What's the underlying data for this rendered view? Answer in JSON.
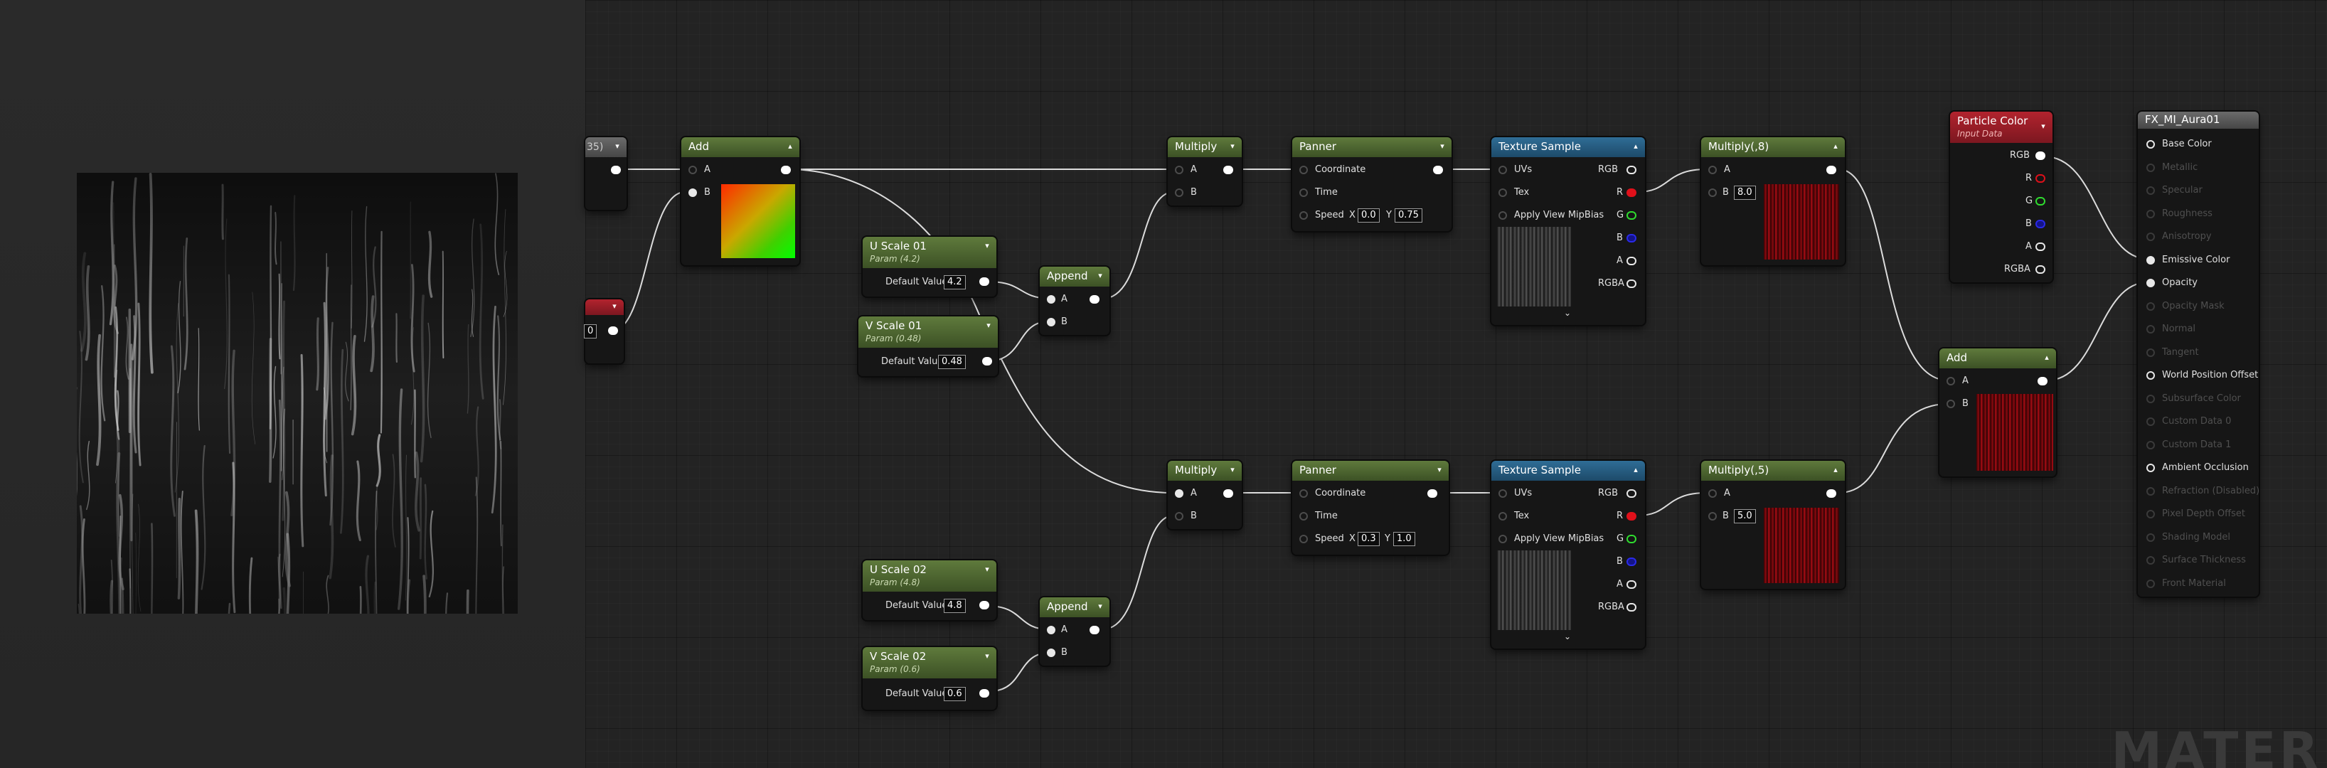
{
  "nodes": {
    "partial_top": {
      "title_fragment": "35)"
    },
    "partial_bottom": {
      "value_fragment": "0"
    },
    "add_top": {
      "title": "Add",
      "in_a": "A",
      "in_b": "B"
    },
    "u_scale_01": {
      "title": "U Scale 01",
      "subtitle": "Param (4.2)",
      "label": "Default Value",
      "value": "4.2"
    },
    "v_scale_01": {
      "title": "V Scale 01",
      "subtitle": "Param (0.48)",
      "label": "Default Value",
      "value": "0.48"
    },
    "u_scale_02": {
      "title": "U Scale 02",
      "subtitle": "Param (4.8)",
      "label": "Default Value",
      "value": "4.8"
    },
    "v_scale_02": {
      "title": "V Scale 02",
      "subtitle": "Param (0.6)",
      "label": "Default Value",
      "value": "0.6"
    },
    "append_top": {
      "title": "Append",
      "in_a": "A",
      "in_b": "B"
    },
    "append_bottom": {
      "title": "Append",
      "in_a": "A",
      "in_b": "B"
    },
    "multiply_top": {
      "title": "Multiply",
      "in_a": "A",
      "in_b": "B"
    },
    "multiply_bottom": {
      "title": "Multiply",
      "in_a": "A",
      "in_b": "B"
    },
    "panner_top": {
      "title": "Panner",
      "coordinate": "Coordinate",
      "time": "Time",
      "speed": "Speed",
      "x_label": "X",
      "x": "0.0",
      "y_label": "Y",
      "y": "0.75"
    },
    "panner_bottom": {
      "title": "Panner",
      "coordinate": "Coordinate",
      "time": "Time",
      "speed": "Speed",
      "x_label": "X",
      "x": "0.3",
      "y_label": "Y",
      "y": "1.0"
    },
    "texture_top": {
      "title": "Texture Sample",
      "uvs": "UVs",
      "tex": "Tex",
      "mip": "Apply View MipBias",
      "rgb": "RGB",
      "r": "R",
      "g": "G",
      "b": "B",
      "a": "A",
      "rgba": "RGBA"
    },
    "texture_bottom": {
      "title": "Texture Sample",
      "uvs": "UVs",
      "tex": "Tex",
      "mip": "Apply View MipBias",
      "rgb": "RGB",
      "r": "R",
      "g": "G",
      "b": "B",
      "a": "A",
      "rgba": "RGBA"
    },
    "multiply8": {
      "title": "Multiply(,8)",
      "in_a": "A",
      "in_b": "B",
      "value": "8.0"
    },
    "multiply5": {
      "title": "Multiply(,5)",
      "in_a": "A",
      "in_b": "B",
      "value": "5.0"
    },
    "particle_color": {
      "title": "Particle Color",
      "subtitle": "Input Data",
      "rgb": "RGB",
      "r": "R",
      "g": "G",
      "b": "B",
      "a": "A",
      "rgba": "RGBA"
    },
    "add_right": {
      "title": "Add",
      "in_a": "A",
      "in_b": "B"
    }
  },
  "result": {
    "title": "FX_MI_Aura01",
    "pins": [
      {
        "label": "Base Color",
        "active": true
      },
      {
        "label": "Metallic",
        "active": false
      },
      {
        "label": "Specular",
        "active": false
      },
      {
        "label": "Roughness",
        "active": false
      },
      {
        "label": "Anisotropy",
        "active": false
      },
      {
        "label": "Emissive Color",
        "active": true
      },
      {
        "label": "Opacity",
        "active": true
      },
      {
        "label": "Opacity Mask",
        "active": false
      },
      {
        "label": "Normal",
        "active": false
      },
      {
        "label": "Tangent",
        "active": false
      },
      {
        "label": "World Position Offset",
        "active": true
      },
      {
        "label": "Subsurface Color",
        "active": false
      },
      {
        "label": "Custom Data 0",
        "active": false
      },
      {
        "label": "Custom Data 1",
        "active": false
      },
      {
        "label": "Ambient Occlusion",
        "active": true
      },
      {
        "label": "Refraction (Disabled)",
        "active": false
      },
      {
        "label": "Pixel Depth Offset",
        "active": false
      },
      {
        "label": "Shading Model",
        "active": false
      },
      {
        "label": "Surface Thickness",
        "active": false
      },
      {
        "label": "Front Material",
        "active": false
      }
    ]
  },
  "watermark": "MATER",
  "colors": {
    "param_header": "#4f6a31",
    "texture_header": "#2f6d96",
    "input_header": "#b2232e",
    "r_pin": "#e0101a",
    "g_pin": "#2fdc2f",
    "b_pin": "#2a2ae8"
  }
}
